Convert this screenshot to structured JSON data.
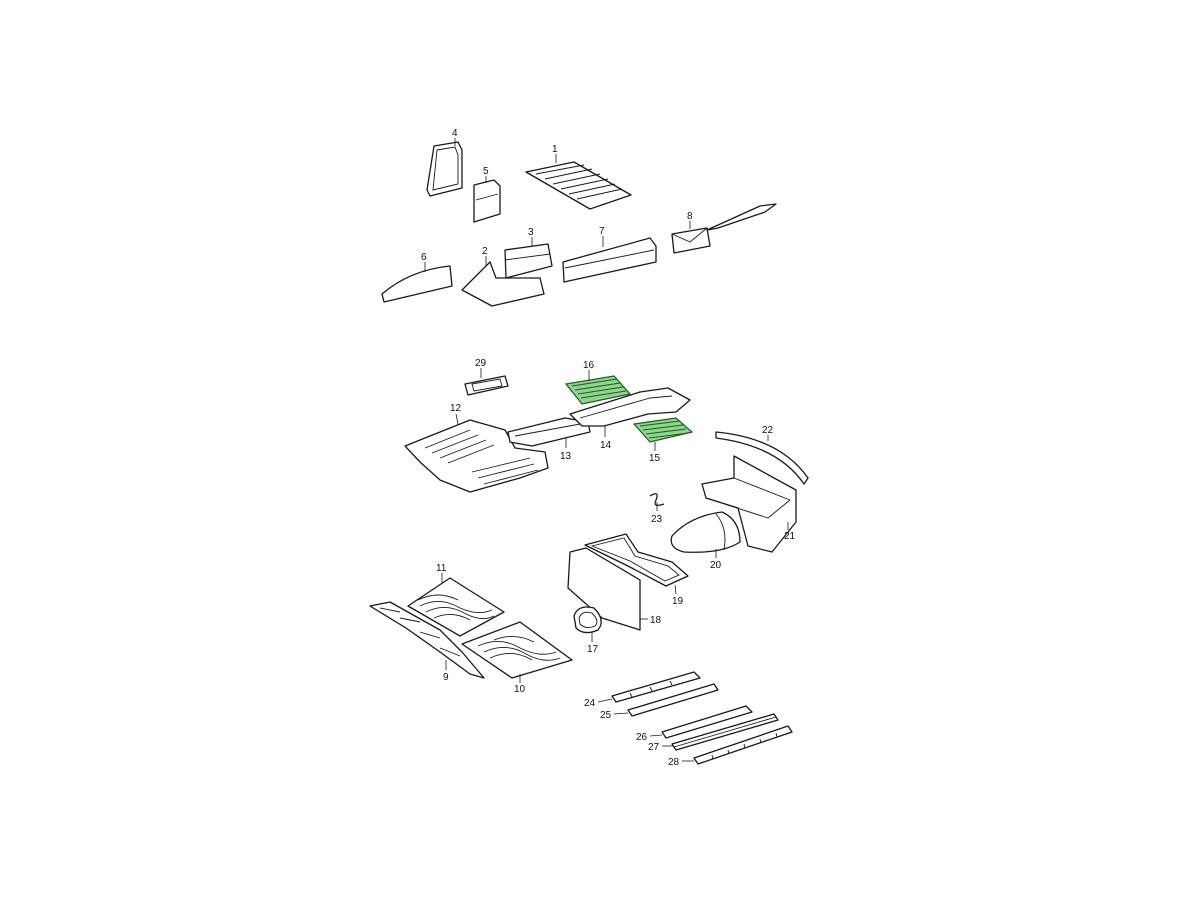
{
  "highlight_color": "#8fd48f",
  "callouts": {
    "p1": "1",
    "p2": "2",
    "p3": "3",
    "p4": "4",
    "p5": "5",
    "p6": "6",
    "p7": "7",
    "p8": "8",
    "p9": "9",
    "p10": "10",
    "p11": "11",
    "p12": "12",
    "p13": "13",
    "p14": "14",
    "p15": "15",
    "p16": "16",
    "p17": "17",
    "p18": "18",
    "p19": "19",
    "p20": "20",
    "p21": "21",
    "p22": "22",
    "p23": "23",
    "p24": "24",
    "p25": "25",
    "p26": "26",
    "p27": "27",
    "p28": "28",
    "p29": "29"
  },
  "highlighted_parts": [
    "15",
    "16"
  ]
}
